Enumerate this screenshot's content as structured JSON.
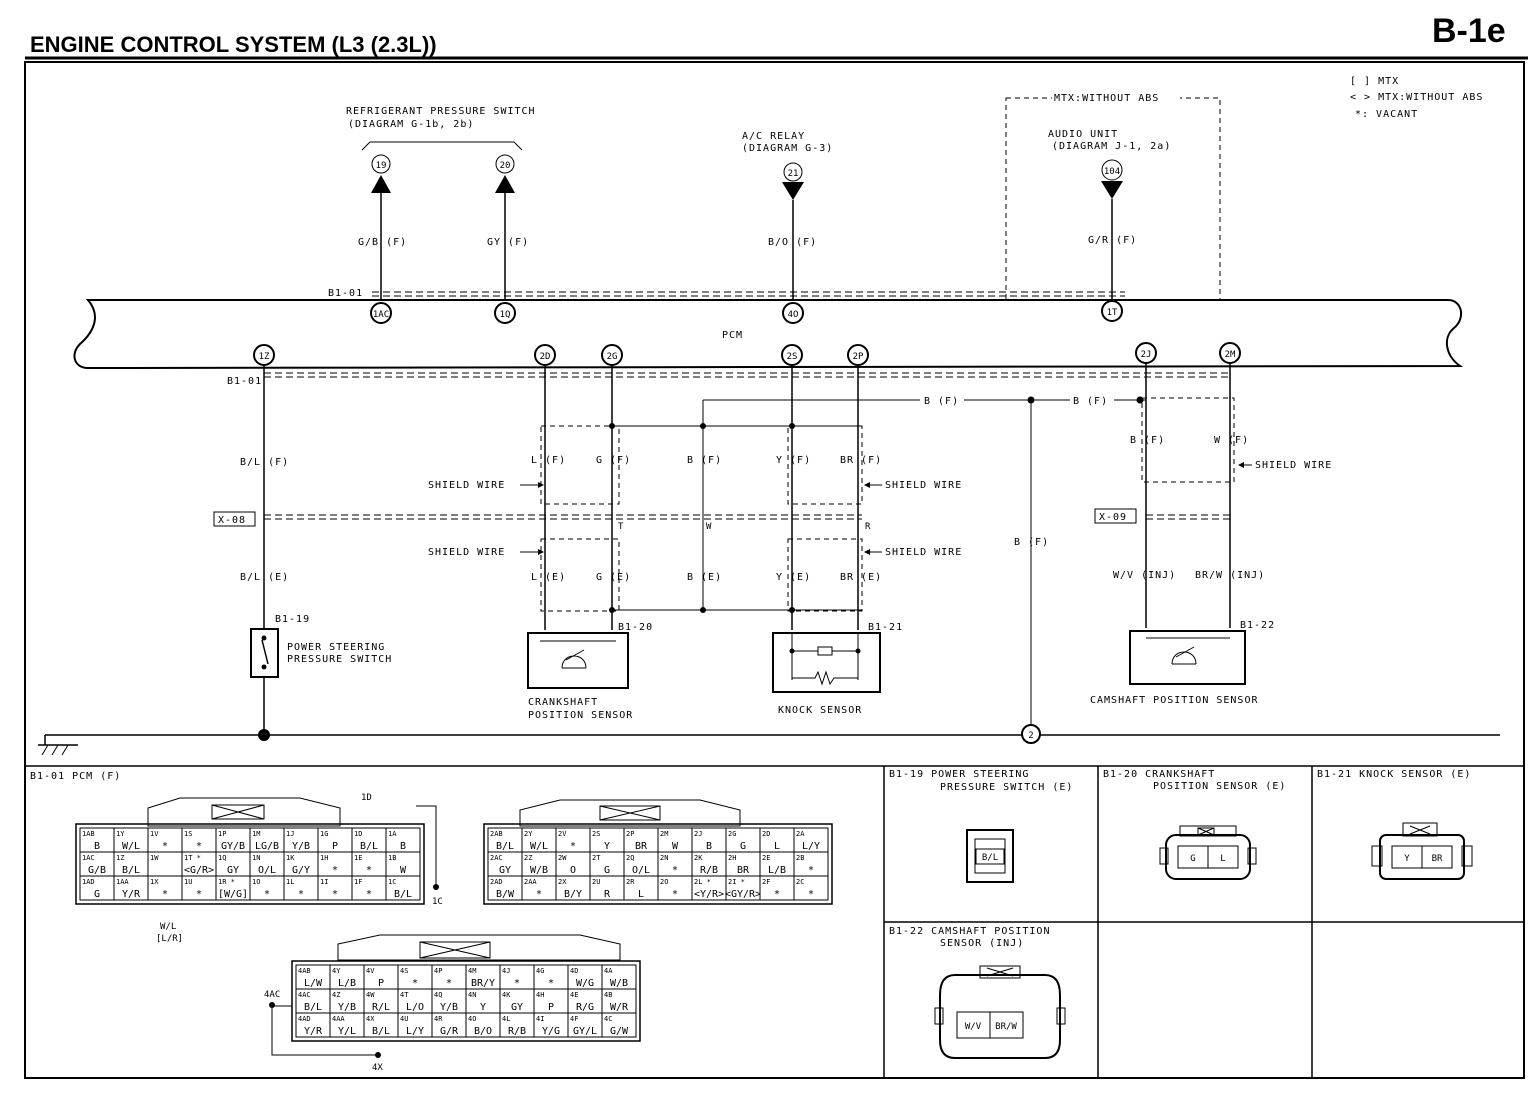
{
  "header": {
    "title": "ENGINE CONTROL SYSTEM (L3 (2.3L))",
    "page_code": "B-1e"
  },
  "legend": [
    "[ ] MTX",
    "< > MTX:WITHOUT ABS",
    "*: VACANT"
  ],
  "top": {
    "refrigerant": "REFRIGERANT PRESSURE SWITCH",
    "refrigerant_ref": "(DIAGRAM G-1b, 2b)",
    "ac_relay": "A/C RELAY",
    "ac_relay_ref": "(DIAGRAM G-3)",
    "mtx_box": "MTX:WITHOUT ABS",
    "audio": "AUDIO UNIT",
    "audio_ref": "(DIAGRAM J-1, 2a)"
  },
  "pcm_label": "PCM",
  "connectors": {
    "b101": "B1-01",
    "x08": "X-08",
    "x09": "X-09",
    "b119": "B1-19",
    "b120": "B1-20",
    "b121": "B1-21",
    "b122": "B1-22",
    "ground": "2"
  },
  "terminals_top": [
    {
      "id": "t19",
      "ext": "19",
      "wire": "G/B (F)",
      "pin": "1AC"
    },
    {
      "id": "t20",
      "ext": "20",
      "wire": "GY (F)",
      "pin": "1Q"
    },
    {
      "id": "t21",
      "ext": "21",
      "wire": "B/O (F)",
      "pin": "4O"
    },
    {
      "id": "t104",
      "ext": "104",
      "wire": "G/R (F)",
      "pin": "1T"
    }
  ],
  "terminals_bottom": [
    "1Z",
    "2D",
    "2G",
    "2S",
    "2P",
    "2J",
    "2M"
  ],
  "wires": {
    "bl_f": "B/L (F)",
    "bl_e": "B/L (E)",
    "l_f": "L (F)",
    "g_f": "G (F)",
    "l_e": "L (E)",
    "g_e": "G (E)",
    "b_f": "B (F)",
    "b_e": "B (E)",
    "y_f": "Y (F)",
    "br_f": "BR (F)",
    "y_e": "Y (E)",
    "br_e": "BR (E)",
    "b_f_right": "B (F)",
    "w_f": "W (F)",
    "wv": "W/V (INJ)",
    "brw": "BR/W (INJ)",
    "shield": "SHIELD WIRE",
    "t": "T",
    "w": "W",
    "r": "R"
  },
  "components": {
    "ps_switch": [
      "POWER STEERING",
      "PRESSURE SWITCH"
    ],
    "crank": [
      "CRANKSHAFT",
      "POSITION SENSOR"
    ],
    "knock": "KNOCK SENSOR",
    "cam": "CAMSHAFT POSITION SENSOR"
  },
  "panels": {
    "pcm_f": "B1-01 PCM (F)",
    "b119": [
      "B1-19 POWER STEERING",
      "PRESSURE SWITCH (E)"
    ],
    "b120": [
      "B1-20 CRANKSHAFT",
      "POSITION SENSOR (E)"
    ],
    "b121": "B1-21 KNOCK SENSOR (E)",
    "b122": [
      "B1-22 CAMSHAFT POSITION",
      "SENSOR (INJ)"
    ],
    "pins_b119": [
      "B/L"
    ],
    "pins_b120": [
      "G",
      "L"
    ],
    "pins_b121": [
      "Y",
      "BR"
    ],
    "pins_b122": [
      "W/V",
      "BR/W"
    ],
    "callouts": {
      "c1d": "1D",
      "c1c": "1C",
      "wl": "W/L",
      "lr": "[L/R]",
      "c4ac": "4AC",
      "c4x": "4X"
    }
  },
  "pin_grid_1": [
    [
      [
        "1AB",
        "B"
      ],
      [
        "1Y",
        "W/L"
      ],
      [
        "1V",
        "*"
      ],
      [
        "1S",
        "*"
      ],
      [
        "1P",
        "GY/B"
      ],
      [
        "1M",
        "LG/B"
      ],
      [
        "1J",
        "Y/B"
      ],
      [
        "1G",
        "P"
      ],
      [
        "1D",
        "B/L"
      ],
      [
        "1A",
        "B"
      ]
    ],
    [
      [
        "1AC",
        "G/B"
      ],
      [
        "1Z",
        "B/L"
      ],
      [
        "1W",
        ""
      ],
      [
        "1T *",
        "<G/R>"
      ],
      [
        "1Q",
        "GY"
      ],
      [
        "1N",
        "O/L"
      ],
      [
        "1K",
        "G/Y"
      ],
      [
        "1H",
        "*"
      ],
      [
        "1E",
        "*"
      ],
      [
        "1B",
        "W"
      ]
    ],
    [
      [
        "1AD",
        "G"
      ],
      [
        "1AA",
        "Y/R"
      ],
      [
        "1X",
        "*"
      ],
      [
        "1U",
        "*"
      ],
      [
        "1R *",
        "[W/G]"
      ],
      [
        "1O",
        "*"
      ],
      [
        "1L",
        "*"
      ],
      [
        "1I",
        "*"
      ],
      [
        "1F",
        "*"
      ],
      [
        "1C",
        "B/L"
      ]
    ]
  ],
  "pin_grid_2": [
    [
      [
        "2AB",
        "B/L"
      ],
      [
        "2Y",
        "W/L"
      ],
      [
        "2V",
        "*"
      ],
      [
        "2S",
        "Y"
      ],
      [
        "2P",
        "BR"
      ],
      [
        "2M",
        "W"
      ],
      [
        "2J",
        "B"
      ],
      [
        "2G",
        "G"
      ],
      [
        "2D",
        "L"
      ],
      [
        "2A",
        "L/Y"
      ]
    ],
    [
      [
        "2AC",
        "GY"
      ],
      [
        "2Z",
        "W/B"
      ],
      [
        "2W",
        "O"
      ],
      [
        "2T",
        "G"
      ],
      [
        "2Q",
        "O/L"
      ],
      [
        "2N",
        "*"
      ],
      [
        "2K",
        "R/B"
      ],
      [
        "2H",
        "BR"
      ],
      [
        "2E",
        "L/B"
      ],
      [
        "2B",
        "*"
      ]
    ],
    [
      [
        "2AD",
        "B/W"
      ],
      [
        "2AA",
        "*"
      ],
      [
        "2X",
        "B/Y"
      ],
      [
        "2U",
        "R"
      ],
      [
        "2R",
        "L"
      ],
      [
        "2O",
        "*"
      ],
      [
        "2L *",
        "<Y/R>"
      ],
      [
        "2I *",
        "<GY/R>"
      ],
      [
        "2F",
        "*"
      ],
      [
        "2C",
        "*"
      ]
    ]
  ],
  "pin_grid_4": [
    [
      [
        "4AB",
        "L/W"
      ],
      [
        "4Y",
        "L/B"
      ],
      [
        "4V",
        "P"
      ],
      [
        "4S",
        "*"
      ],
      [
        "4P",
        "*"
      ],
      [
        "4M",
        "BR/Y"
      ],
      [
        "4J",
        "*"
      ],
      [
        "4G",
        "*"
      ],
      [
        "4D",
        "W/G"
      ],
      [
        "4A",
        "W/B"
      ]
    ],
    [
      [
        "4AC",
        "B/L"
      ],
      [
        "4Z",
        "Y/B"
      ],
      [
        "4W",
        "R/L"
      ],
      [
        "4T",
        "L/O"
      ],
      [
        "4Q",
        "Y/B"
      ],
      [
        "4N",
        "Y"
      ],
      [
        "4K",
        "GY"
      ],
      [
        "4H",
        "P"
      ],
      [
        "4E",
        "R/G"
      ],
      [
        "4B",
        "W/R"
      ]
    ],
    [
      [
        "4AD",
        "Y/R"
      ],
      [
        "4AA",
        "Y/L"
      ],
      [
        "4X",
        "B/L"
      ],
      [
        "4U",
        "L/Y"
      ],
      [
        "4R",
        "G/R"
      ],
      [
        "4O",
        "B/O"
      ],
      [
        "4L",
        "R/B"
      ],
      [
        "4I",
        "Y/G"
      ],
      [
        "4F",
        "GY/L"
      ],
      [
        "4C",
        "G/W"
      ]
    ]
  ]
}
